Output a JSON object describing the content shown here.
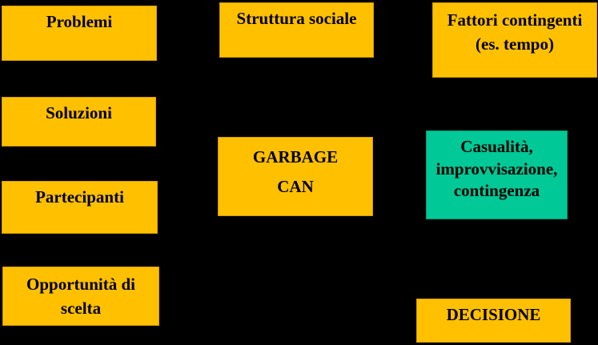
{
  "colors": {
    "canvas_bg": "#000000",
    "box_yellow": "#FFC000",
    "box_green": "#00C896",
    "text_color": "#000000"
  },
  "diagram": {
    "boxes": {
      "problemi": {
        "lines": [
          "Problemi"
        ]
      },
      "soluzioni": {
        "lines": [
          "Soluzioni"
        ]
      },
      "partecipanti": {
        "lines": [
          "Partecipanti"
        ]
      },
      "opportunita": {
        "lines": [
          "Opportunità di",
          "scelta"
        ]
      },
      "struttura": {
        "lines": [
          "Struttura sociale"
        ]
      },
      "garbage": {
        "lines": [
          "GARBAGE",
          "CAN"
        ]
      },
      "fattori": {
        "lines": [
          "Fattori contingenti",
          "(es. tempo)"
        ]
      },
      "casualita": {
        "lines": [
          "Casualità,",
          "improvvisazione,",
          "contingenza"
        ]
      },
      "decisione": {
        "lines": [
          "DECISIONE"
        ]
      }
    }
  }
}
